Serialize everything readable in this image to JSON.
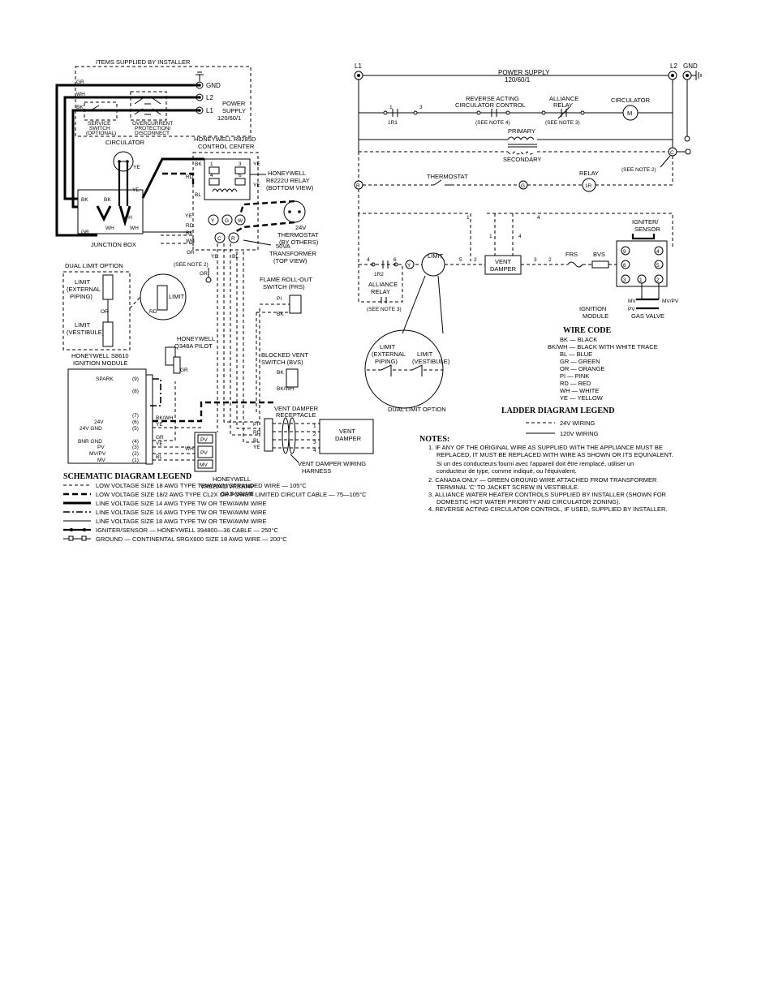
{
  "schematic": {
    "items_supplied": "ITEMS SUPPLIED BY INSTALLER",
    "power_supply": [
      "POWER",
      "SUPPLY",
      "120/60/1"
    ],
    "gnd": "GND",
    "l2": "L2",
    "l1": "L1",
    "service_switch": [
      "SERVICE",
      "SWITCH",
      "(OPTIONAL)"
    ],
    "overcurrent": [
      "OVERCURRENT",
      "PROTECTION/",
      "DISCONNECT"
    ],
    "circulator": "CIRCULATOR",
    "control_center": [
      "HONEYWELL R8285D",
      "CONTROL CENTER"
    ],
    "relay": [
      "HONEYWELL",
      "R8222U RELAY",
      "(BOTTOM VIEW)"
    ],
    "junction_box": "JUNCTION BOX",
    "thermostat": [
      "24V",
      "THERMOSTAT",
      "(BY OTHERS)"
    ],
    "transformer": [
      "50VA",
      "TRANSFORMER",
      "(TOP VIEW)"
    ],
    "see_note_2": "(SEE NOTE 2)",
    "dual_limit_option": "DUAL LIMIT OPTION",
    "limit_external": [
      "LIMIT",
      "(EXTERNAL",
      "PIPING)"
    ],
    "limit_vestibule": [
      "LIMIT",
      "(VESTIBULE)"
    ],
    "limit": "LIMIT",
    "frs": [
      "FLAME ROLL-OUT",
      "SWITCH (FRS)"
    ],
    "pilot": [
      "HONEYWELL",
      "Q348A PILOT"
    ],
    "bvs": [
      "BLOCKED VENT",
      "SWITCH (BVS)"
    ],
    "ignition_module": [
      "HONEYWELL S8610",
      "IGNITION MODULE"
    ],
    "module_terms": [
      "SPARK",
      "24V",
      "24V GND",
      "BNR GND",
      "PV",
      "MV/PV",
      "MV"
    ],
    "module_nums": [
      "(9)",
      "(8)",
      "(7)",
      "(6)",
      "(5)",
      "(4)",
      "(3)",
      "(2)",
      "(1)"
    ],
    "vent_damper_receptacle": [
      "VENT DAMPER",
      "RECEPTACLE"
    ],
    "vent_damper": [
      "VENT",
      "DAMPER"
    ],
    "vent_damper_harness": [
      "VENT DAMPER WIRING",
      "HARNESS"
    ],
    "gas_valve": [
      "HONEYWELL",
      "VR8204C/VR8304P",
      "GAS VALVE"
    ],
    "wire_labels": {
      "gr": "GR",
      "wh": "WH",
      "bk": "BK",
      "ye": "YE",
      "bl": "BL",
      "rd": "RD",
      "or": "OR",
      "pi": "PI",
      "bkwh": "BK/WH"
    },
    "pv": "PV",
    "mv": "MV",
    "pvmv": "PV\nMV",
    "relay_terms": {
      "c": "C",
      "r": "R",
      "w": "W",
      "y": "Y",
      "n1": "1",
      "n3": "3",
      "n4": "4",
      "n6": "6"
    }
  },
  "schematic_legend": {
    "title": "SCHEMATIC DIAGRAM LEGEND",
    "items": [
      "LOW VOLTAGE SIZE 18 AWG TYPE TEW/AWM STRANDED WIRE — 105°C",
      "LOW VOLTAGE SIZE 18/2 AWG TYPE CL2X OR POWER LIMITED CIRCUIT CABLE — 75—105°C",
      "LINE VOLTAGE SIZE 14 AWG TYPE TW OR TEW/AWM WIRE",
      "LINE VOLTAGE SIZE 16 AWG TYPE TW OR TEW/AWM WIRE",
      "LINE VOLTAGE SIZE 18 AWG TYPE TW OR TEW/AWM WIRE",
      "IGNITER/SENSOR — HONEYWELL 394800—36 CABLE — 250°C",
      "GROUND — CONTINENTAL SRGX600 SIZE 18 AWG WIRE — 200°C"
    ]
  },
  "ladder": {
    "l1": "L1",
    "l2": "L2",
    "gnd": "GND",
    "power_supply": [
      "POWER SUPPLY",
      "120/60/1"
    ],
    "reverse_acting": [
      "REVERSE ACTING",
      "CIRCULATOR CONTROL"
    ],
    "see_note_4": "(SEE NOTE 4)",
    "alliance_relay": [
      "ALLIANCE",
      "RELAY"
    ],
    "see_note_3": "(SEE NOTE 3)",
    "circulator": "CIRCULATOR",
    "m": "M",
    "r1": "1R1",
    "r2": "1R2",
    "primary": "PRIMARY",
    "secondary": "SECONDARY",
    "thermostat": "THERMOSTAT",
    "relay": "RELAY",
    "see_note_2": "(SEE NOTE 2)",
    "igniter_sensor": [
      "IGNITER/",
      "SENSOR"
    ],
    "limit": "LIMIT",
    "vent_damper": [
      "VENT",
      "DAMPER"
    ],
    "frs": "FRS",
    "bvs": "BVS",
    "ignition_module": [
      "IGNITION",
      "MODULE"
    ],
    "gas_valve": "GAS VALVE",
    "mvpv": "MV/PV",
    "mv": "MV",
    "dual_limit_option": "DUAL LIMIT OPTION",
    "limit_external": [
      "LIMIT",
      "(EXTERNAL",
      "PIPING)"
    ],
    "limit_vestibule": [
      "LIMIT",
      "(VESTIBULE)"
    ],
    "terminals": {
      "r": "R",
      "c": "C",
      "y": "Y",
      "g": "G",
      "one_r": "1R"
    },
    "nums": {
      "n1": "1",
      "n2": "2",
      "n3": "3",
      "n4": "4",
      "n5": "5",
      "n6": "6",
      "n9": "9"
    }
  },
  "wire_code": {
    "title": "WIRE CODE",
    "items": [
      "BK — BLACK",
      "BK/WH — BLACK WITH WHITE TRACE",
      "BL — BLUE",
      "GR — GREEN",
      "OR — ORANGE",
      "PI — PINK",
      "RD — RED",
      "WH — WHITE",
      "YE — YELLOW"
    ]
  },
  "ladder_legend": {
    "title": "LADDER DIAGRAM LEGEND",
    "items": [
      "24V WIRING",
      "120V WIRING"
    ]
  },
  "notes": {
    "title": "NOTES:",
    "items": [
      "1. IF ANY OF THE ORIGINAL WIRE AS SUPPLIED WITH THE APPLIANCE MUST BE",
      "REPLACED, IT MUST BE REPLACED WITH WIRE AS SHOWN OR ITS EQUIVALENT.",
      "Si un des conducteurs fourni avec l'appareil doit être remplacé, utiliser un",
      "conducteur de type, comme indiqué, ou l'équivalent.",
      "2. CANADA ONLY — GREEN GROUND WIRE ATTACHED FROM TRANSFORMER",
      "TERMINAL 'C' TO JACKET SCREW IN VESTIBULE.",
      "3. ALLIANCE WATER HEATER CONTROLS SUPPLIED BY INSTALLER (SHOWN FOR",
      "DOMESTIC HOT WATER PRIORITY AND CIRCULATOR ZONING).",
      "4. REVERSE ACTING CIRCULATOR CONTROL, IF USED, SUPPLIED BY INSTALLER."
    ]
  }
}
